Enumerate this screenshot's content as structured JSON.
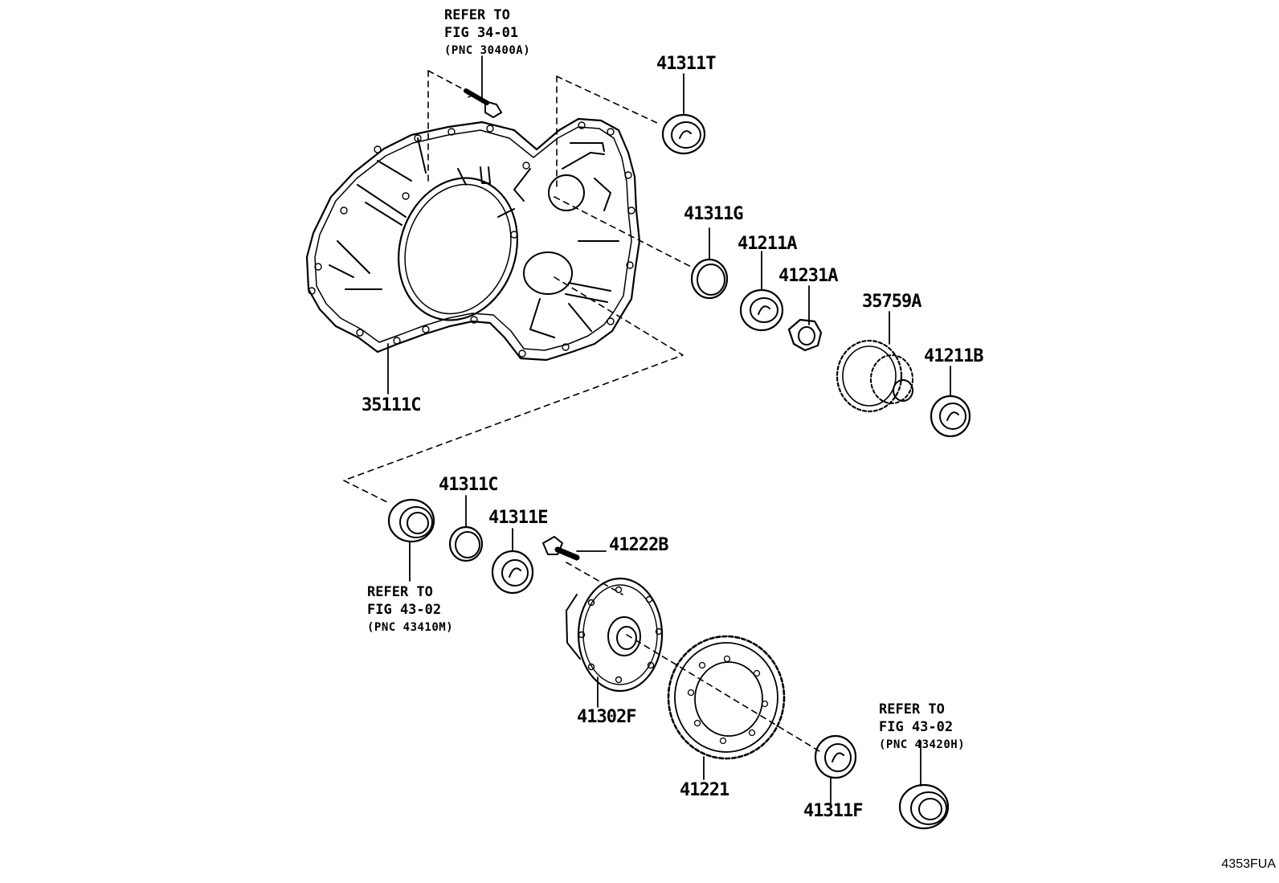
{
  "parts": {
    "p41311T": "41311T",
    "p41311G": "41311G",
    "p41211A": "41211A",
    "p41231A": "41231A",
    "p35759A": "35759A",
    "p41211B": "41211B",
    "p35111C": "35111C",
    "p41311C": "41311C",
    "p41311E": "41311E",
    "p41222B": "41222B",
    "p41302F": "41302F",
    "p41221": "41221",
    "p41311F": "41311F"
  },
  "references": {
    "top": {
      "line1": "REFER TO",
      "line2": "FIG 34-01",
      "line3": "(PNC 30400A)"
    },
    "left": {
      "line1": "REFER TO",
      "line2": "FIG 43-02",
      "line3": "(PNC 43410M)"
    },
    "right": {
      "line1": "REFER TO",
      "line2": "FIG 43-02",
      "line3": "(PNC 43420H)"
    }
  },
  "figure_code": "4353FUA"
}
